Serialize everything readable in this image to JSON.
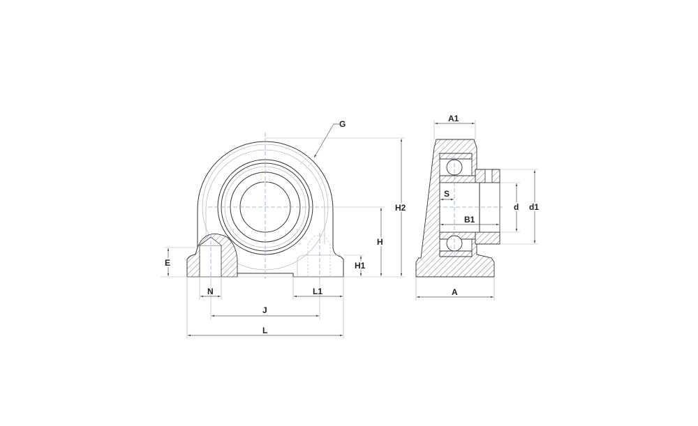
{
  "drawing": {
    "title": "Pillow block bearing unit dimension drawing",
    "front_view": {
      "labels": {
        "G": "G",
        "H2": "H2",
        "H": "H",
        "H1": "H1",
        "E": "E",
        "N": "N",
        "L1": "L1",
        "J": "J",
        "L": "L"
      }
    },
    "side_view": {
      "labels": {
        "A1": "A1",
        "S": "S",
        "B1": "B1",
        "d": "d",
        "d1": "d1",
        "A": "A"
      }
    },
    "colors": {
      "outline": "#333333",
      "centerline": "#8aa8d8",
      "thread": "#d8c89a",
      "hatch": "#555555"
    }
  }
}
